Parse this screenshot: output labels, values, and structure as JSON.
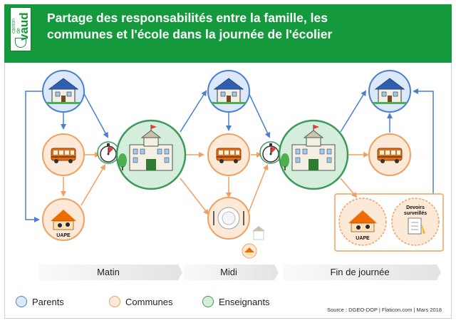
{
  "header": {
    "logo": {
      "canton": "canton de",
      "name": "vaud"
    },
    "title_line1": "Partage des responsabilités entre la famille, les",
    "title_line2": "communes et l'école dans la journée de l'écolier"
  },
  "nodes": {
    "uape_label_left": "UAPE",
    "uape_label_right": "UAPE",
    "devoirs_line1": "Devoirs",
    "devoirs_line2": "surveillés"
  },
  "phases": [
    "Matin",
    "Midi",
    "Fin de journée"
  ],
  "legend": [
    {
      "label": "Parents",
      "color": "#4a7fd4",
      "fill": "#dce8fb"
    },
    {
      "label": "Communes",
      "color": "#f0a060",
      "fill": "#fde9d8"
    },
    {
      "label": "Enseignants",
      "color": "#3a9a5a",
      "fill": "#d4eedb"
    }
  ],
  "source": "Source : DGEO-DOP | Flaticon.com | Mars 2018",
  "colors": {
    "header": "#149a3c",
    "parents": "#4a7fd4",
    "communes": "#f0a060",
    "enseignants": "#3a9a5a"
  },
  "icons": [
    "house-icon",
    "bus-icon",
    "school-icon",
    "stopwatch-icon",
    "plate-icon",
    "daycare-icon",
    "homework-icon"
  ]
}
